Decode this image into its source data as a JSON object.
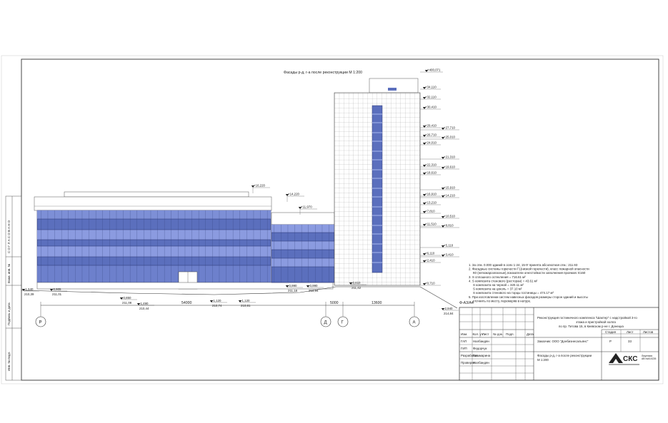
{
  "drawing": {
    "title": "Фасады р-д, г-а после реконструкции М 1:200",
    "format": "Ф-А3/А4"
  },
  "left_stamp": {
    "soglasovano": "С О Г Л А С О В А Н О",
    "inv_podl": "Инв. № подл.",
    "podpis_data": "Подпись и дата",
    "vzam_inv": "Взам. инв. №"
  },
  "elevations": {
    "tower": [
      "+400,071",
      "+34,110",
      "+32,110",
      "+30,410",
      "+29,410",
      "+27,710",
      "+26,710",
      "+25,010",
      "+24,010",
      "+22,310",
      "+21,310",
      "+19,610",
      "+18,610",
      "+16,910",
      "+15,910",
      "+14,210",
      "+13,210",
      "+11,510",
      "+10,510",
      "+8,810",
      "+7,810",
      "+6,110",
      "+5,110",
      "+3,410",
      "+2,410",
      "+0,710"
    ],
    "low": [
      "+16,220",
      "+14,220",
      "+11,970"
    ],
    "ground": [
      {
        "mark": "-1,540",
        "abs": "210,39"
      },
      {
        "mark": "-0,905",
        "abs": "211,01"
      },
      {
        "mark": "-0,850",
        "abs": "211,08"
      },
      {
        "mark": "-1,490",
        "abs": "210,44"
      },
      {
        "mark": "-1,120",
        "abs": "210,74"
      },
      {
        "mark": "-1,120",
        "abs": "210,81"
      },
      {
        "mark": "-0,990",
        "abs": "211,18"
      },
      {
        "mark": "-0,990",
        "abs": "210,94"
      },
      {
        "mark": "-0,610",
        "abs": "211,42"
      },
      {
        "mark": "-2,940",
        "abs": "214,84"
      }
    ]
  },
  "dimensions": [
    "54000",
    "5000",
    "13600"
  ],
  "axes": [
    "Р",
    "Д",
    "Г",
    "А"
  ],
  "notes": [
    "1. За отм. 0.000 зданий в осях 1-24, 15-9' принята абсолютная отм.: 211.93",
    "2. Фасадные системы горючести Г1(низкой горючести), класс пожарной опасности",
    "К0 (непожароопасные),показатели огнестойкости заполнения проемов: Е160",
    "3. S сплошного остекления = 716.61 м²",
    "4. S композита стенового (ресторан) = 43.61 м²",
    "S композита на черной = 320.11 м²",
    "S композита на цоколь = 37.10 м²",
    "S композита стенового на торцы гостиницы = 474.17 м²",
    "5. При изготовлении систем навесных фасадов размеры сторон зданий и высоты",
    "уточнить по месту, перемеряв в натуре."
  ],
  "title_block": {
    "head": [
      "Изм.",
      "Кол. уч",
      "Лист",
      "№ док.",
      "Подп.",
      "Дата"
    ],
    "project": "Реконструкция гостиничного комплекса \"Шахтер\" с надстройкой 3-го этажа и пристройкой холла по пр. Титова 15, в Киевском р-не г. Донецка",
    "project_lines": [
      "Реконструкция гостиничного комплекса \"Шахтер\" с надстройкой 3-го",
      "этажа и пристройкой холла",
      "по пр. Титова 15, в Киевском р-не г. Донецка"
    ],
    "customer": "Заказчик: ООО \"Донбизнесальянс\"",
    "stage_label": "Стадия",
    "stage": "Р",
    "sheet_label": "Лист",
    "sheet": "33",
    "sheets_label": "Листов",
    "sheets": "",
    "roles": [
      {
        "role": "ГАП",
        "name": "Налбандян"
      },
      {
        "role": "ГИП",
        "name": "Федорчук"
      },
      {
        "role": "Разработал",
        "name": "Башмарина"
      },
      {
        "role": "Проверил",
        "name": "Налбандян"
      }
    ],
    "sheet_title_lines": [
      "Фасады р-д, г-а после реконструкции",
      "М 1:200"
    ],
    "logo": "СКС",
    "license_lines": [
      "Лицензия",
      "АВ №610226"
    ]
  }
}
